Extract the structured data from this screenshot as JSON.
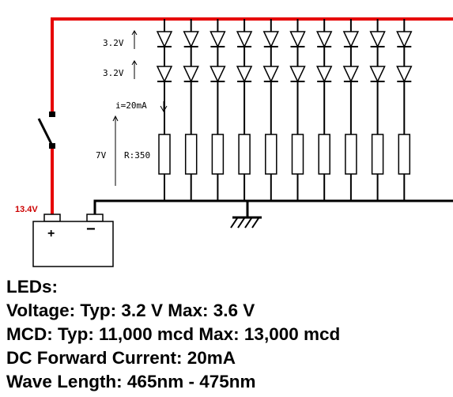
{
  "diagram": {
    "led_voltage_label": "3.2V",
    "current_label": "i=20mA",
    "resistor_voltage_label": "7V",
    "resistor_label": "R:350",
    "supply_voltage_label": "13.4V",
    "battery_plus": "+",
    "battery_minus": "−",
    "branch_count": 10,
    "wire_color": "#000000",
    "supply_wire_color": "#e60000"
  },
  "specs": {
    "heading": "LEDs:",
    "voltage": "Voltage: Typ: 3.2 V Max: 3.6 V",
    "mcd": "MCD: Typ: 11,000 mcd Max: 13,000 mcd",
    "current": "DC Forward Current: 20mA",
    "wavelength": "Wave Length: 465nm - 475nm"
  }
}
